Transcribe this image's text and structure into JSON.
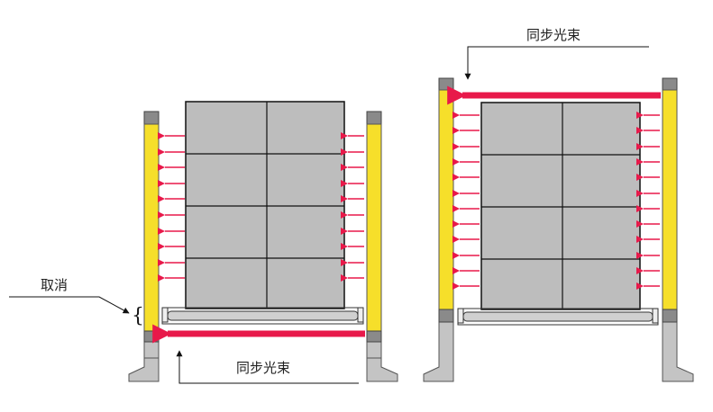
{
  "labels": {
    "sync_beam_bottom": "同步光束",
    "sync_beam_top": "同步光束",
    "mute": "取消",
    "brace": "{"
  },
  "colors": {
    "beam": "#e8194a",
    "post": "#f6df2a",
    "cap": "#8a8a8a",
    "box": "#bdbdbd",
    "base": "#c4c4c4"
  }
}
